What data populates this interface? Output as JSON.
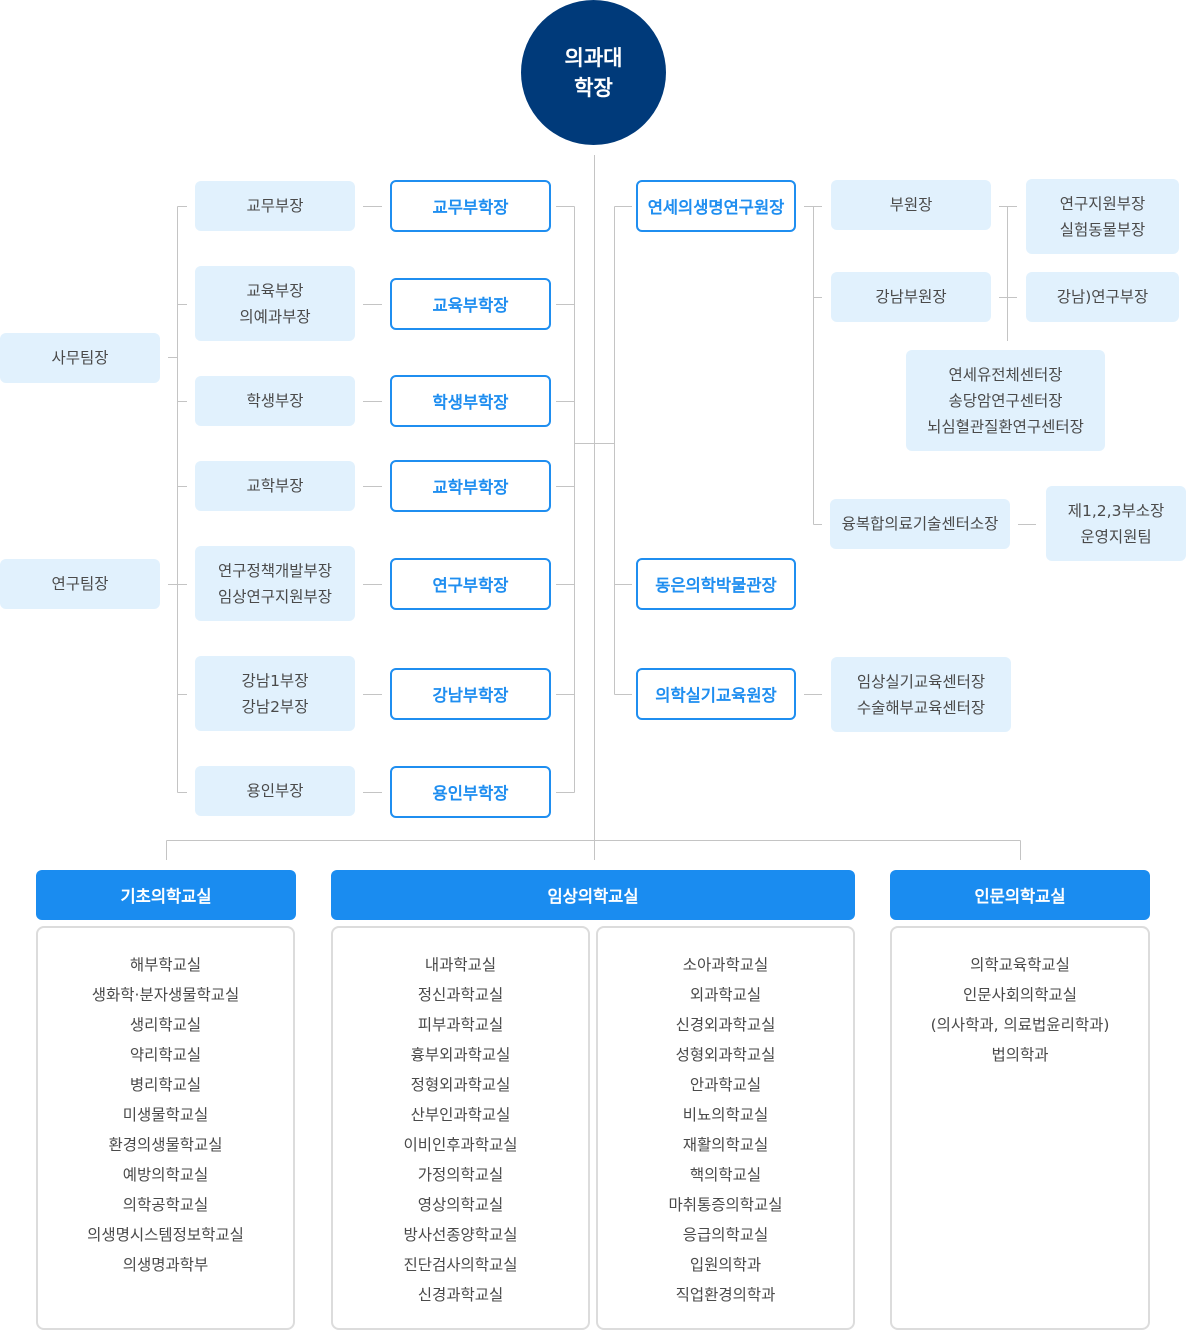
{
  "dean": {
    "line1": "의과대",
    "line2": "학장"
  },
  "teams": {
    "office": "사무팀장",
    "research": "연구팀장"
  },
  "sub_heads": {
    "academic_affairs": [
      "교무부장"
    ],
    "education": [
      "교육부장",
      "의예과부장"
    ],
    "student": [
      "학생부장"
    ],
    "industry": [
      "교학부장"
    ],
    "research": [
      "연구정책개발부장",
      "임상연구지원부장"
    ],
    "gangnam": [
      "강남1부장",
      "강남2부장"
    ],
    "yongin": [
      "용인부장"
    ]
  },
  "vice_deans": {
    "academic_affairs": "교무부학장",
    "education": "교육부학장",
    "student": "학생부학장",
    "industry": "교학부학장",
    "research": "연구부학장",
    "gangnam": "강남부학장",
    "yongin": "용인부학장"
  },
  "institutes": {
    "research_institute": "연세의생명연구원장",
    "museum": "동은의학박물관장",
    "skills_education": "의학실기교육원장"
  },
  "institute_units": {
    "vice_director": "부원장",
    "gangnam_vice_director": "강남부원장",
    "research_support": [
      "연구지원부장",
      "실험동물부장"
    ],
    "gangnam_research": [
      "강남)연구부장"
    ],
    "centers": [
      "연세유전체센터장",
      "송당암연구센터장",
      "뇌심혈관질환연구센터장"
    ],
    "convergence_center": "융복합의료기술센터소장",
    "convergence_units": [
      "제1,2,3부소장",
      "운영지원팀"
    ],
    "skills_centers": [
      "임상실기교육센터장",
      "수술해부교육센터장"
    ]
  },
  "departments": {
    "basic": {
      "title": "기초의학교실",
      "items": [
        "해부학교실",
        "생화학·분자생물학교실",
        "생리학교실",
        "약리학교실",
        "병리학교실",
        "미생물학교실",
        "환경의생물학교실",
        "예방의학교실",
        "의학공학교실",
        "의생명시스템정보학교실",
        "의생명과학부"
      ]
    },
    "clinical": {
      "title": "임상의학교실",
      "items_left": [
        "내과학교실",
        "정신과학교실",
        "피부과학교실",
        "흉부외과학교실",
        "정형외과학교실",
        "산부인과학교실",
        "이비인후과학교실",
        "가정의학교실",
        "영상의학교실",
        "방사선종양학교실",
        "진단검사의학교실",
        "신경과학교실"
      ],
      "items_right": [
        "소아과학교실",
        "외과학교실",
        "신경외과학교실",
        "성형외과학교실",
        "안과학교실",
        "비뇨의학교실",
        "재활의학교실",
        "핵의학교실",
        "마취통증의학교실",
        "응급의학교실",
        "입원의학과",
        "직업환경의학과"
      ]
    },
    "humanities": {
      "title": "인문의학교실",
      "items": [
        "의학교육학교실",
        "인문사회의학교실",
        "(의사학과, 의료법윤리학과)",
        "법의학과"
      ]
    }
  },
  "colors": {
    "dean_bg": "#003a7a",
    "accent_blue": "#1a8cf0",
    "light_box": "#e1f1fd",
    "connector": "#c4c4c4",
    "panel_border": "#dcdcdc"
  }
}
